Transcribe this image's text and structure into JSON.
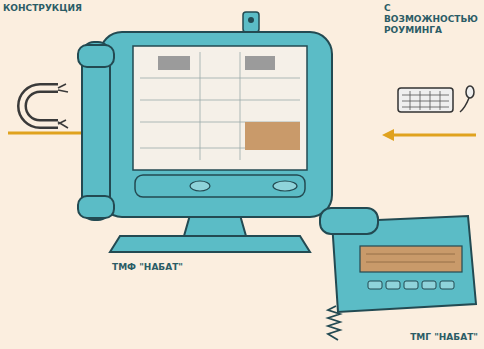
{
  "diagram": {
    "labels": [
      "КОНСТРУКЦИЯ",
      "С ВОЗМОЖНОСТЬЮ РОУМИНГА",
      "ТМФ \"НАБАТ\"",
      "ТМГ \"НАБАТ\""
    ]
  }
}
